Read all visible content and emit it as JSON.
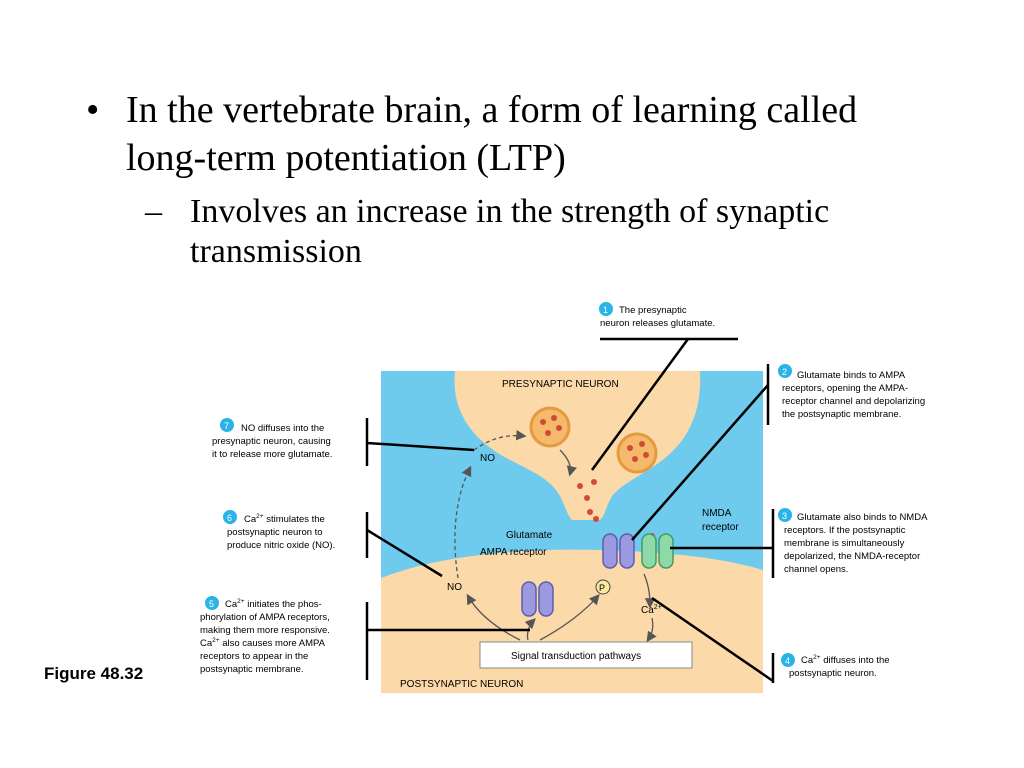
{
  "slide": {
    "bullet_symbol": "•",
    "bullet_text": "In the vertebrate brain, a form of learning called long-term potentiation (LTP)",
    "sub_dash": "–",
    "sub_text": "Involves an increase in the strength of synaptic transmission",
    "figure_label": "Figure 48.32"
  },
  "diagram": {
    "colors": {
      "background_blue": "#6ecbee",
      "neuron_tan": "#fcd9a8",
      "vesicle_orange": "#f4b96a",
      "glutamate_red": "#d04a3a",
      "step_badge": "#2ab3e6",
      "ampa_receptor": "#9b9ae0",
      "nmda_receptor": "#8ed9a8"
    },
    "region_labels": {
      "presynaptic": "PRESYNAPTIC NEURON",
      "postsynaptic": "POSTSYNAPTIC NEURON"
    },
    "molecule_labels": {
      "no_top": "NO",
      "no_bottom": "NO",
      "glutamate": "Glutamate",
      "ampa": "AMPA receptor",
      "nmda_line1": "NMDA",
      "nmda_line2": "receptor",
      "phosphate": "P",
      "calcium": "Ca",
      "calcium_sup": "2+",
      "signal_box": "Signal transduction pathways"
    },
    "steps": [
      {
        "number": "1",
        "lines": [
          "The presynaptic",
          "neuron releases glutamate."
        ]
      },
      {
        "number": "2",
        "lines": [
          "Glutamate binds to AMPA",
          "receptors, opening the AMPA-",
          "receptor channel and depolarizing",
          "the postsynaptic membrane."
        ]
      },
      {
        "number": "3",
        "lines": [
          "Glutamate also binds to NMDA",
          "receptors. If the postsynaptic",
          "membrane is simultaneously",
          "depolarized, the NMDA-receptor",
          "channel opens."
        ]
      },
      {
        "number": "4",
        "line1_pre": "Ca",
        "line1_sup": "2+",
        "line1_post": " diffuses into the",
        "line2": "postsynaptic neuron."
      },
      {
        "number": "5",
        "line1_pre": "Ca",
        "line1_sup": "2+",
        "line1_post": " initiates the phos-",
        "line2": "phorylation of AMPA receptors,",
        "line3": "making them more responsive.",
        "line4_pre": "Ca",
        "line4_sup": "2+",
        "line4_post": " also causes more AMPA",
        "line5": "receptors to appear in the",
        "line6": "postsynaptic membrane."
      },
      {
        "number": "6",
        "line1_pre": "Ca",
        "line1_sup": "2+",
        "line1_post": " stimulates the",
        "line2": "postsynaptic neuron to",
        "line3": "produce nitric oxide (NO)."
      },
      {
        "number": "7",
        "lines": [
          "NO diffuses into the",
          "presynaptic neuron, causing",
          "it to release more glutamate."
        ]
      }
    ]
  }
}
